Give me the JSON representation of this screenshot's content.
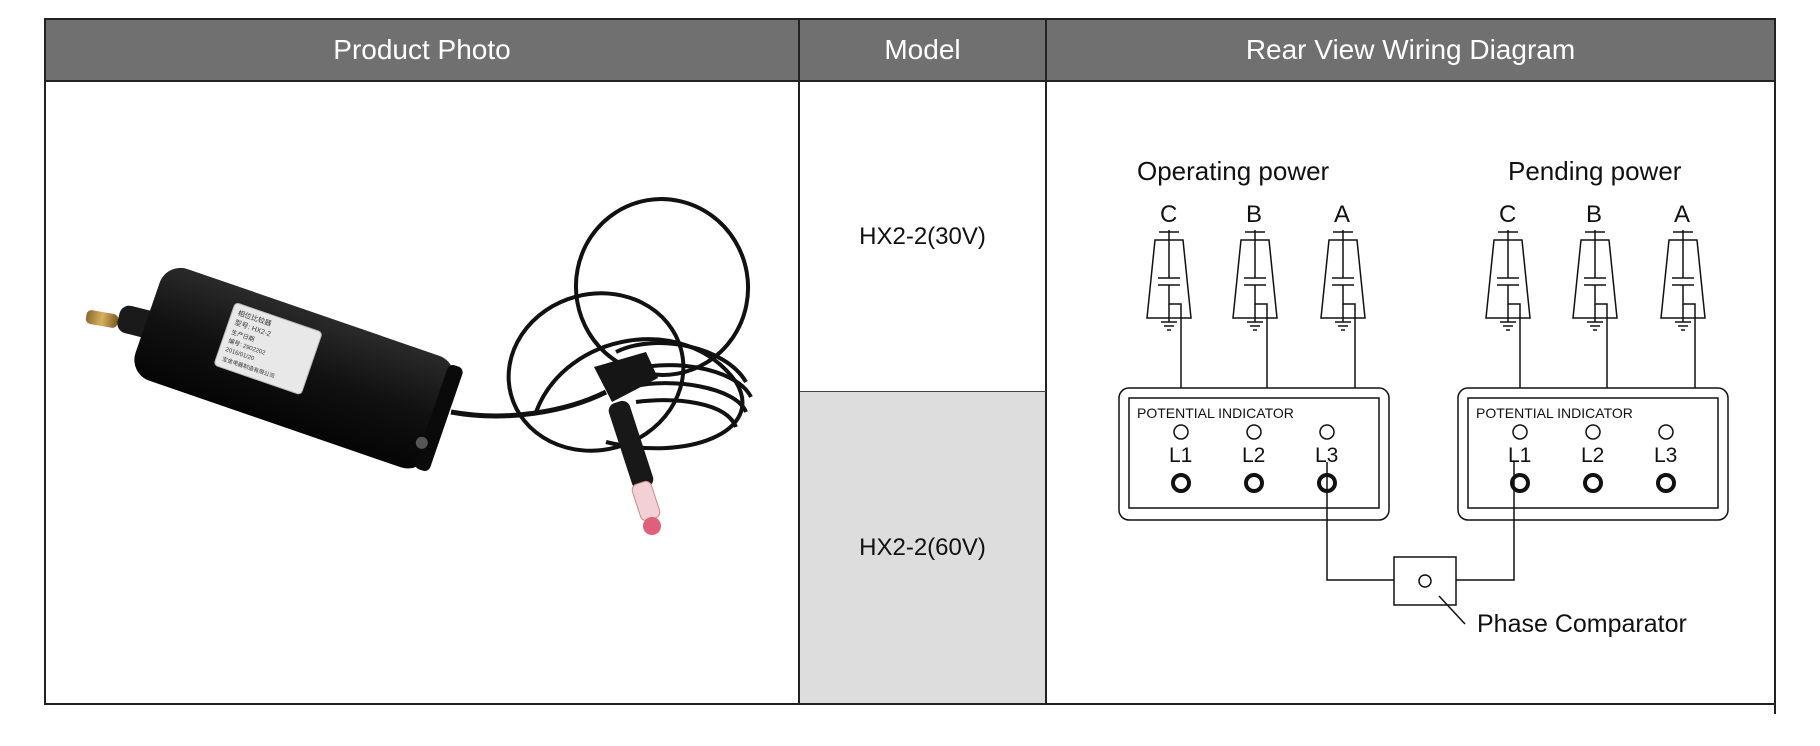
{
  "table": {
    "headers": {
      "photo": "Product Photo",
      "model": "Model",
      "diagram": "Rear View Wiring Diagram"
    },
    "models": [
      "HX2-2(30V)",
      "HX2-2(60V)"
    ]
  },
  "diagram": {
    "left_group": {
      "title": "Operating power",
      "phases": [
        "C",
        "B",
        "A"
      ],
      "panel_label": "POTENTIAL INDICATOR",
      "terminals": [
        "L1",
        "L2",
        "L3"
      ]
    },
    "right_group": {
      "title": "Pending power",
      "phases": [
        "C",
        "B",
        "A"
      ],
      "panel_label": "POTENTIAL INDICATOR",
      "terminals": [
        "L1",
        "L2",
        "L3"
      ]
    },
    "comparator_label": "Phase Comparator"
  },
  "photo_label": {
    "lines": [
      "相位比较器",
      "型号: HX2-2",
      "生产日期",
      "编号: 2902202",
      "2016/01/20",
      "宝金电器制造有限公司"
    ]
  },
  "colors": {
    "header_bg": "#707070",
    "header_text": "#ffffff",
    "alt_row_bg": "#dcdddc",
    "device_body": "#141414",
    "probe_tip": "#e0607a"
  }
}
